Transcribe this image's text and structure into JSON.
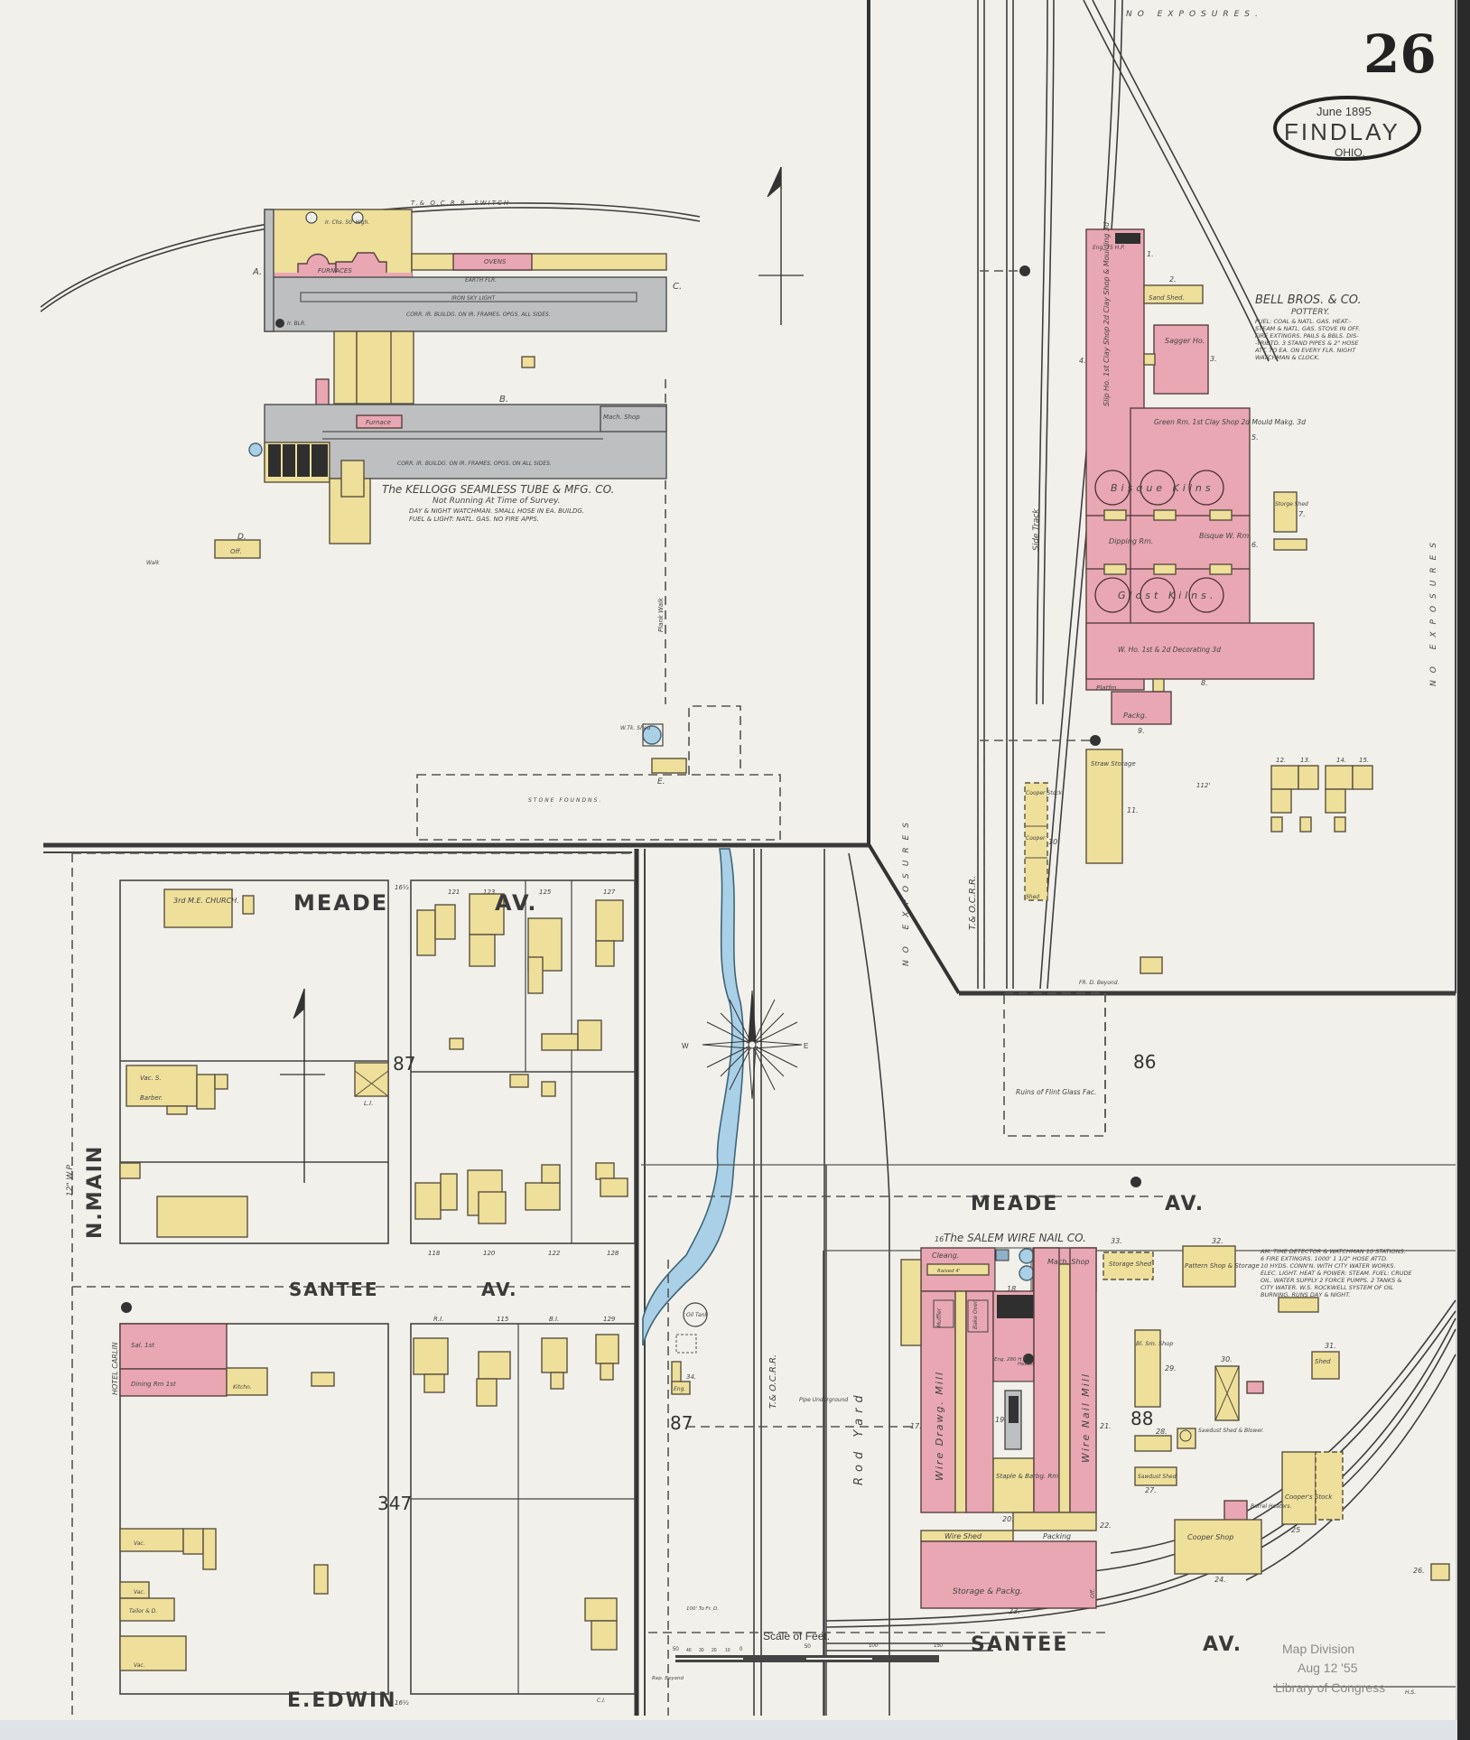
{
  "sheet": {
    "page_number": "26",
    "title_cartouche": {
      "date": "June 1895",
      "city": "FINDLAY",
      "state": "OHIO."
    },
    "stamp": {
      "line1": "Map Division",
      "line2": "Aug 12 '55",
      "line3": "Library of Congress",
      "initials": "H.S."
    }
  },
  "streets": {
    "meade_west": "MEADE",
    "meade_west_av": "AV.",
    "meade_east": "MEADE",
    "meade_east_av": "AV.",
    "santee_west": "SANTEE",
    "santee_west_av": "AV.",
    "santee_east": "SANTEE",
    "santee_east_av": "AV.",
    "e_edwin": "E.EDWIN",
    "n_main": "N.MAIN",
    "n_main_pipe": "12\" W.P."
  },
  "block_numbers": [
    "87",
    "347",
    "87",
    "86",
    "88"
  ],
  "railroads": {
    "switch": "T.& O.C.R.R. SWITCH",
    "main_north": "T.& O.C.R.R.",
    "main_south": "T.& O.C.R.R.",
    "side_track": "Side Track",
    "rod_yard": "Rod Yard"
  },
  "exposures": {
    "top": "NO EXPOSURES.",
    "left_rr": "NO EXPOSURES",
    "right": "NO EXPOSURES"
  },
  "kellogg": {
    "name": "The KELLOGG SEAMLESS TUBE & MFG. CO.",
    "status": "Not Running At Time of Survey.",
    "notes1": "DAY & NIGHT WATCHMAN. SMALL HOSE IN EA. BUILDG.",
    "notes2": "FUEL & LIGHT: NATL. GAS. NO FIRE APPS.",
    "building_a": "A.",
    "building_b": "B.",
    "building_c": "C.",
    "building_d": "D.",
    "building_e": "E.",
    "furnaces": "FURNACES",
    "ovens": "OVENS",
    "earth_flr": "EARTH FLR.",
    "iron_sky_light": "IRON SKY LIGHT",
    "corr_iron_1": "CORR. IR. BUILDG. ON IR. FRAMES. OPGS. ALL SIDES.",
    "chimneys": "Ir. Chs. 50' High.",
    "boiler": "Ir. BLR.",
    "mach_shop": "Mach. Shop",
    "furnace": "Furnace",
    "corr_iron_2": "CORR. IR. BUILDG. ON IR. FRAMES. OPGS. ON ALL SIDES.",
    "office": "Off.",
    "walk": "Walk",
    "plank_walk": "Plank Walk",
    "wt_shed": "W.Tk. Shed",
    "stone_foundations": "STONE FOUNDNS."
  },
  "bell_bros": {
    "name": "BELL BROS. & CO.",
    "type": "POTTERY.",
    "notes": [
      "FUEL: COAL & NATL. GAS. HEAT:-",
      "STEAM & NATL. GAS. STOVE IN OFF.",
      "FIRE EXTINGRS. PAILS & BBLS. DIS-",
      "-TRIBTD. 3 STAND PIPES & 2\" HOSE",
      "ATT. TO EA. ON EVERY FLR. NIGHT",
      "WATCHMAN & CLOCK."
    ],
    "rooms": {
      "sand_shed": "Sand Shed.",
      "sagger_ho": "Sagger Ho.",
      "slip_clay": "Slip Ho. 1st Clay Shop 2d Clay Shop & Moulding 3d",
      "green_rm": "Green Rm. 1st Clay Shop 2d Mould Makg. 3d",
      "bisque_kilns": "Bisque Kilns",
      "dipping_rm": "Dipping Rm.",
      "bisque_w_rm": "Bisque W. Rm.",
      "glost_kilns": "Glost Kilns.",
      "w_ho": "W. Ho. 1st & 2d Decorating 3d",
      "platfm": "Platfm.",
      "packg": "Packg.",
      "storge_shed": "Storge Shed",
      "straw_storage": "Straw Storage",
      "cooper_stock": "Cooper Stock",
      "cooper": "Cooper",
      "shed": "Shed",
      "engine": "Eng. 75 H.P."
    },
    "building_numbers": [
      "1.",
      "2.",
      "3.",
      "4.",
      "5.",
      "6.",
      "7.",
      "8.",
      "9.",
      "10",
      "11.",
      "12.",
      "13.",
      "14.",
      "15."
    ],
    "fr_d_beyond": "FR. D. Beyond.",
    "ruins": "Ruins of Flint Glass Fac.",
    "dist": "112'"
  },
  "salem": {
    "name": "The SALEM WIRE NAIL CO.",
    "notes": [
      "AM. TIME DETECTOR & WATCHMAN 10 STATIONS.",
      "6 FIRE EXTINGRS. 1000' 1 1/2\" HOSE ATTD.",
      "10 HYDS. CONN'N. WITH CITY WATER WORKS.",
      "ELEC. LIGHT. HEAT & POWER: STEAM. FUEL: CRUDE",
      "OIL. WATER SUPPLY 2 FORCE PUMPS. 2 TANKS &",
      "CITY WATER. W.S. ROCKWELL SYSTEM OF OIL",
      "BURNING. RUNS DAY & NIGHT."
    ],
    "rooms": {
      "cleang": "Cleang.",
      "raised": "Raised 4'",
      "mach_shop": "Mach. Shop",
      "wire_drawg_mill": "Wire Drawg. Mill",
      "wire_nail_mill": "Wire Nail Mill",
      "staple": "Staple & Barbg. Rm.",
      "wire_shed": "Wire Shed",
      "packing": "Packing",
      "storage_packg": "Storage & Packg.",
      "storage_shed": "Storage Shed",
      "pattern_shop": "Pattern Shop & Storage",
      "bl_sm_shop": "Bl. Sm. Shop",
      "sawdust_shed_blower": "Sawdust Shed & Blower.",
      "sawdust_shed": "Sawdust Shed",
      "barrel_heaters": "Barrel Heaters.",
      "cooper_shop": "Cooper Shop",
      "coopers_stock": "Cooper's Stock",
      "shed": "Shed",
      "muffler": "Muffler",
      "bake_oven": "Bake Oven",
      "engine": "Eng. 280 H.P.",
      "heater": "Heater",
      "oil_tank": "Oil Tank",
      "eng": "Eng.",
      "off": "Off.",
      "pipe_underground": "Pipe Underground"
    },
    "building_numbers": [
      "16",
      "17.",
      "18.",
      "19",
      "20.",
      "21.",
      "22.",
      "23.",
      "24.",
      "25",
      "26.",
      "27.",
      "28.",
      "29.",
      "30.",
      "31.",
      "32.",
      "33.",
      "34."
    ]
  },
  "west_blocks": {
    "church": "3rd M.E. CHURCH.",
    "vac_s": "Vac. S.",
    "barber": "Barber.",
    "li": "L.I.",
    "hotel": "HOTEL CARLIN",
    "sal": "Sal. 1st",
    "dining": "Dining Rm 1st",
    "kitchen": "Kitchn.",
    "vac": "Vac.",
    "tailor": "Tailor & D.",
    "dwelling": "D.",
    "house_numbers_top": [
      "121",
      "123",
      "125",
      "127"
    ],
    "house_numbers_mid": [
      "118",
      "120",
      "122",
      "128"
    ],
    "house_numbers_low": [
      "R.I.",
      "115",
      "B.I.",
      "129"
    ],
    "widths": [
      "16½",
      "16½",
      "16½"
    ],
    "ci": "C.I.",
    "dist_to_frd": "100' To Fr. D.",
    "rep_beyond": "Rep. Beyond"
  },
  "compass": {
    "w": "W",
    "e": "E"
  },
  "scale": {
    "title": "Scale of Feet.",
    "ticks": [
      "50",
      "40",
      "30",
      "20",
      "10",
      "0",
      "50",
      "100",
      "150"
    ]
  }
}
